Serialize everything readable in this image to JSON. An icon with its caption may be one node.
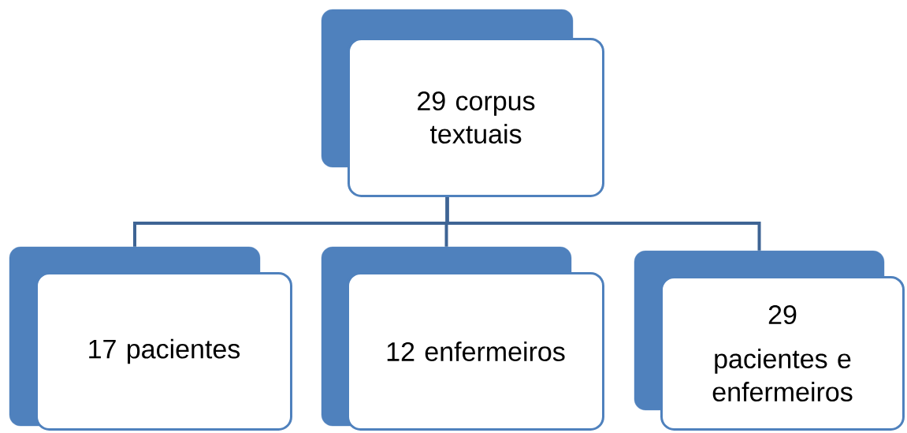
{
  "diagram": {
    "nodes": [
      {
        "text": [
          "29 corpus textuais"
        ]
      },
      {
        "text": [
          "17 pacientes"
        ]
      },
      {
        "text": [
          "12 enfermeiros"
        ]
      },
      {
        "text": [
          "29",
          "pacientes e enfermeiros"
        ]
      }
    ],
    "edges": [
      {
        "from": 0,
        "to": 1,
        "arrow": "none"
      },
      {
        "from": 0,
        "to": 2,
        "arrow": "none"
      },
      {
        "from": 0,
        "to": 3,
        "arrow": "none"
      }
    ]
  }
}
